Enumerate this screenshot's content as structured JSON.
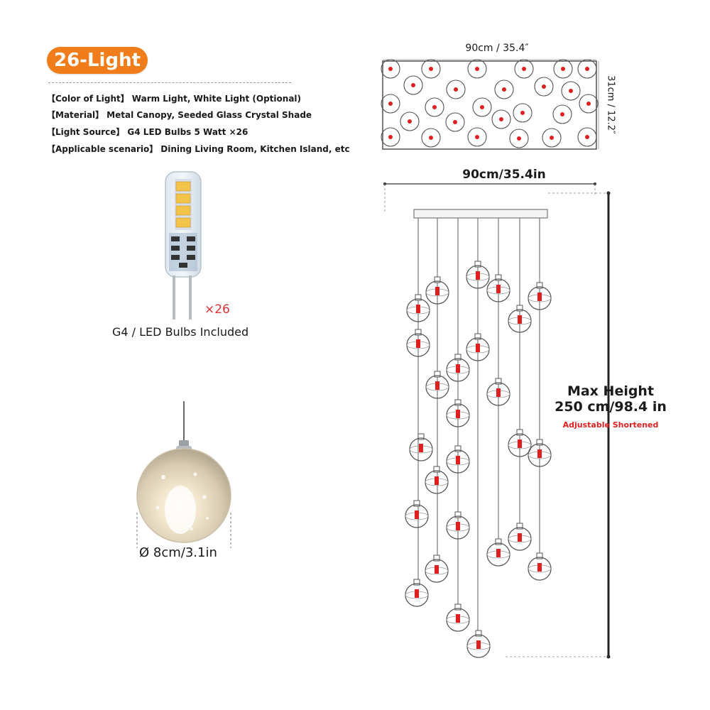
{
  "badge": "26-Light",
  "specs": [
    {
      "label": "【Color of Light】",
      "value": "Warm Light, White Light (Optional)"
    },
    {
      "label": "【Material】",
      "value": "Metal Canopy, Seeded Glass Crystal Shade"
    },
    {
      "label": "【Light Source】",
      "value": "G4 LED Bulbs 5 Watt ×26"
    },
    {
      "label": "【Applicable scenario】",
      "value": "Dining Living Room, Kitchen Island, etc"
    }
  ],
  "bulb": {
    "quantity": "×26",
    "caption": "G4 / LED Bulbs Included"
  },
  "pendant": {
    "diameter": "Ø 8cm/3.1in"
  },
  "topview": {
    "width_label": "90cm / 35.4″",
    "depth_label": "31cm / 12.2″"
  },
  "frontview": {
    "width_label": "90cm/35.4in",
    "height_title": "Max Height",
    "height_value": "250 cm/98.4 in",
    "note": "Adjustable Shortened"
  },
  "colors": {
    "accent": "#f07d1a",
    "dot": "#e02020",
    "line": "#555555"
  }
}
